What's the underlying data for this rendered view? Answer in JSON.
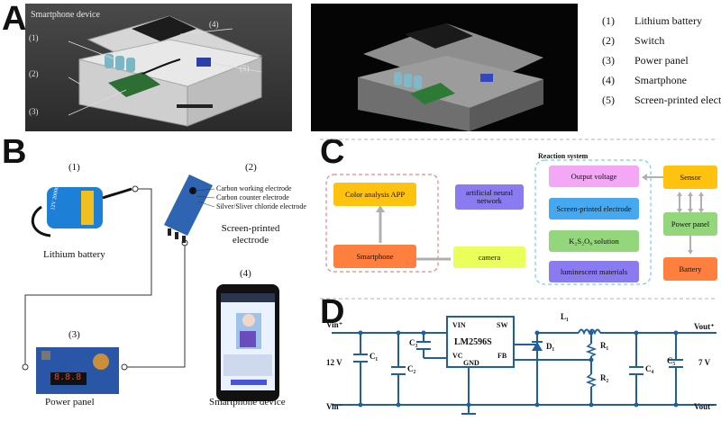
{
  "panels": {
    "a": "A",
    "b": "B",
    "c": "C",
    "d": "D"
  },
  "panel_a": {
    "device_title": "Smartphone device",
    "callouts": [
      "(1)",
      "(2)",
      "(3)",
      "(4)",
      "(5)"
    ],
    "legend": [
      {
        "num": "(1)",
        "label": "Lithium battery"
      },
      {
        "num": "(2)",
        "label": "Switch"
      },
      {
        "num": "(3)",
        "label": "Power panel"
      },
      {
        "num": "(4)",
        "label": "Smartphone"
      },
      {
        "num": "(5)",
        "label": "Screen-printed electrode"
      }
    ]
  },
  "panel_b": {
    "battery": {
      "num": "(1)",
      "label": "Lithium battery",
      "print": "12V 2000mAh"
    },
    "electrode": {
      "num": "(2)",
      "label_line1": "Screen-printed",
      "label_line2": "electrode",
      "parts": [
        "Carbon working electrode",
        "Carbon counter electrode",
        "Silver/Sliver chloride electrode"
      ]
    },
    "power_panel": {
      "num": "(3)",
      "label": "Power panel",
      "display": "8.8.8"
    },
    "phone": {
      "num": "(4)",
      "label": "Smartphone device"
    }
  },
  "panel_c": {
    "reaction_title": "Reaction system",
    "boxes": {
      "color_app": "Color analysis APP",
      "smartphone": "Smartphone",
      "ann": "artificial neural network",
      "camera": "camera",
      "output": "Output voltage",
      "spe": "Screen-printed electrode",
      "k2s2o8": "K₂S₂O₈ solution",
      "lum": "luminescent materials",
      "sensor": "Sensor",
      "power": "Power panel",
      "battery": "Battery"
    },
    "colors": {
      "yellow": "#ffc30f",
      "orange": "#ff7f3f",
      "purple": "#8a7cf0",
      "lime": "#eaff5a",
      "pink": "#f3a7f5",
      "blue": "#46a9f0",
      "green": "#93d67c",
      "dashed_red": "#e06a6a",
      "dashed_blue": "#59c3e0"
    }
  },
  "panel_d": {
    "vin_plus": "Vin⁺",
    "vin_minus": "Vin⁻",
    "vout_plus": "Vout⁺",
    "vout_minus": "Vout⁻",
    "input_voltage": "12 V",
    "output_voltage": "7 V",
    "chip": "LM2596S",
    "pin_vin": "VIN",
    "pin_sw": "SW",
    "pin_vc": "VC",
    "pin_gnd": "GND",
    "pin_fb": "FB",
    "c1": "C₁",
    "c2": "C₂",
    "c3": "C₃",
    "c4": "C₄",
    "c5": "C₅",
    "l1": "L₁",
    "d1": "D₁",
    "r1": "R₁",
    "r2": "R₂",
    "wire_color": "#1f5f9e"
  }
}
